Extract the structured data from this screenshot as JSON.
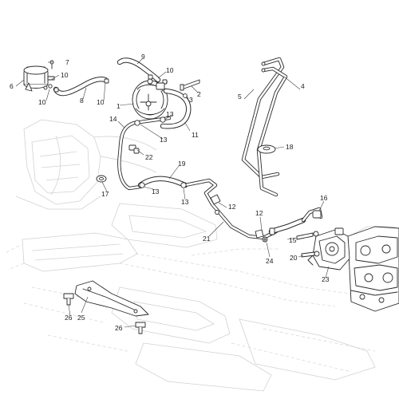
{
  "diagram": {
    "callouts": [
      {
        "id": "c1",
        "text": "1"
      },
      {
        "id": "c2",
        "text": "2"
      },
      {
        "id": "c3",
        "text": "3"
      },
      {
        "id": "c4",
        "text": "4"
      },
      {
        "id": "c5",
        "text": "5"
      },
      {
        "id": "c6",
        "text": "6"
      },
      {
        "id": "c7",
        "text": "7"
      },
      {
        "id": "c8",
        "text": "8"
      },
      {
        "id": "c9",
        "text": "9"
      },
      {
        "id": "c10a",
        "text": "10"
      },
      {
        "id": "c10b",
        "text": "10"
      },
      {
        "id": "c10c",
        "text": "10"
      },
      {
        "id": "c10d",
        "text": "10"
      },
      {
        "id": "c11",
        "text": "11"
      },
      {
        "id": "c12a",
        "text": "12"
      },
      {
        "id": "c12b",
        "text": "12"
      },
      {
        "id": "c13a",
        "text": "13"
      },
      {
        "id": "c13b",
        "text": "13"
      },
      {
        "id": "c13c",
        "text": "13"
      },
      {
        "id": "c13d",
        "text": "13"
      },
      {
        "id": "c14",
        "text": "14"
      },
      {
        "id": "c15",
        "text": "15"
      },
      {
        "id": "c16",
        "text": "16"
      },
      {
        "id": "c17",
        "text": "17"
      },
      {
        "id": "c18",
        "text": "18"
      },
      {
        "id": "c19",
        "text": "19"
      },
      {
        "id": "c20",
        "text": "20"
      },
      {
        "id": "c21",
        "text": "21"
      },
      {
        "id": "c22",
        "text": "22"
      },
      {
        "id": "c23",
        "text": "23"
      },
      {
        "id": "c24",
        "text": "24"
      },
      {
        "id": "c25",
        "text": "25"
      },
      {
        "id": "c26a",
        "text": "26"
      },
      {
        "id": "c26b",
        "text": "26"
      }
    ]
  }
}
